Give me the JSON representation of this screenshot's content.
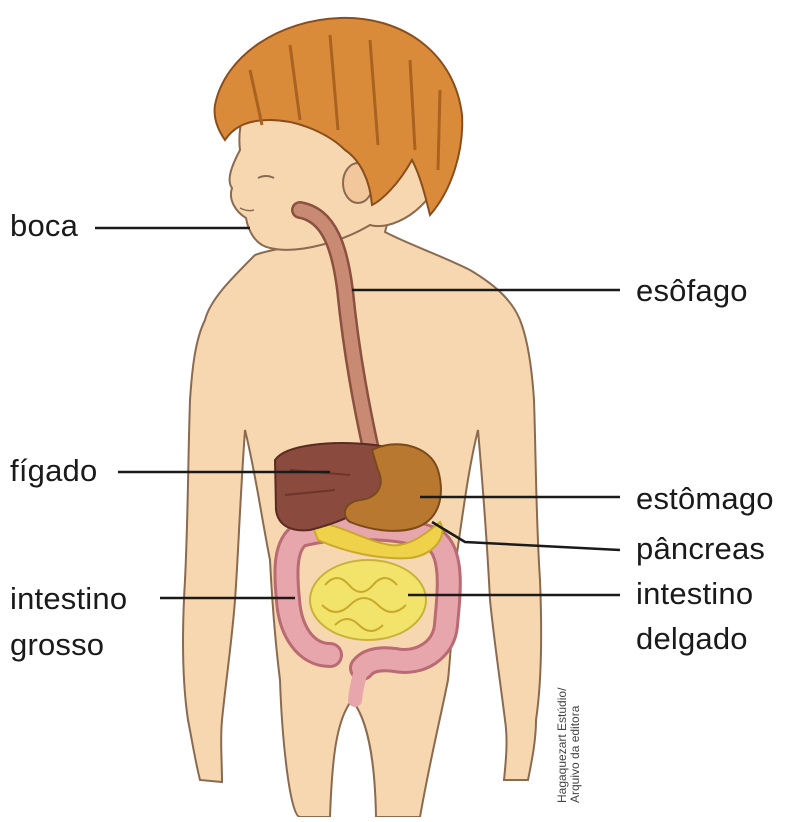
{
  "labels": {
    "boca": "boca",
    "esofago": "esôfago",
    "figado": "fígado",
    "estomago": "estômago",
    "pancreas": "pâncreas",
    "intestino_grosso_1": "intestino",
    "intestino_grosso_2": "grosso",
    "intestino_delgado_1": "intestino",
    "intestino_delgado_2": "delgado"
  },
  "credit": {
    "line1": "Hagaquezart Estúdio/",
    "line2": "Arquivo da editora"
  },
  "colors": {
    "skin": "#f7d7b0",
    "hair": "#d98b3a",
    "outline": "#8a6a50",
    "esophagus": "#c98a73",
    "liver": "#8b4a3e",
    "stomach": "#b9782f",
    "pancreas": "#f0d14a",
    "small_intestine": "#f2e36a",
    "large_intestine": "#e6a6ac",
    "leader_line": "#1a1a1a"
  }
}
